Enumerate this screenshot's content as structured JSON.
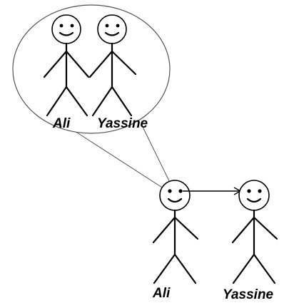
{
  "diagram": {
    "zoom_bubble": {
      "figures": [
        {
          "name": "Ali"
        },
        {
          "name": "Yassine"
        }
      ]
    },
    "scene": {
      "figures": [
        {
          "name": "Ali"
        },
        {
          "name": "Yassine"
        }
      ]
    }
  }
}
